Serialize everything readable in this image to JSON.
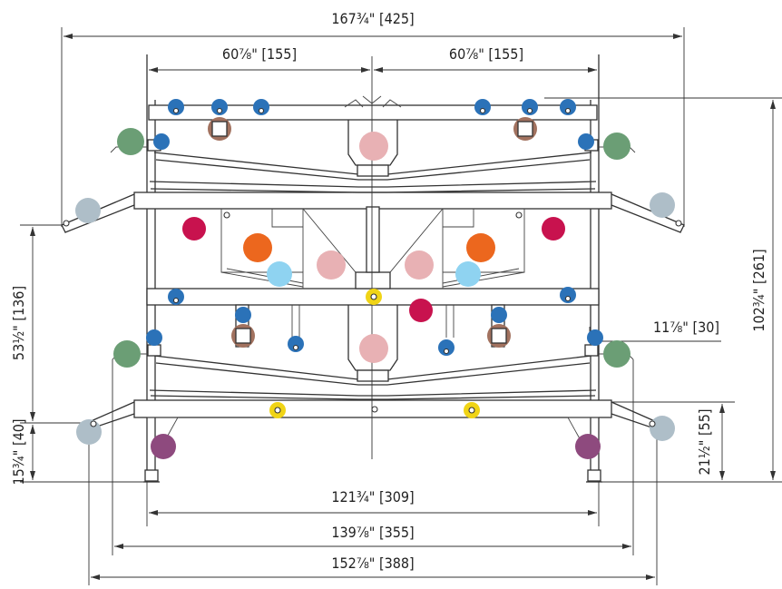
{
  "dimensions": {
    "overall_width": "167¾\" [425]",
    "left_half": "60⅞\" [155]",
    "right_half": "60⅞\" [155]",
    "total_height": "102¾\" [261]",
    "left_mid_height": "53½\" [136]",
    "left_base_height": "15¾\" [40]",
    "right_step": "11⅞\" [30]",
    "right_base_height": "21½\" [55]",
    "inner_width": "121¾\" [309]",
    "mid_width": "139⅞\" [355]",
    "outer_width": "152⅞\" [388]"
  },
  "marker_colors": {
    "blue": "#2b72b8",
    "brown": "#a2725f",
    "green": "#6b9e75",
    "pink": "#e8b1b4",
    "grey": "#aebec8",
    "crimson": "#c8124e",
    "orange": "#ec671e",
    "light_blue": "#8fd3f1",
    "yellow": "#f0d416",
    "purple": "#8e4a7e"
  }
}
